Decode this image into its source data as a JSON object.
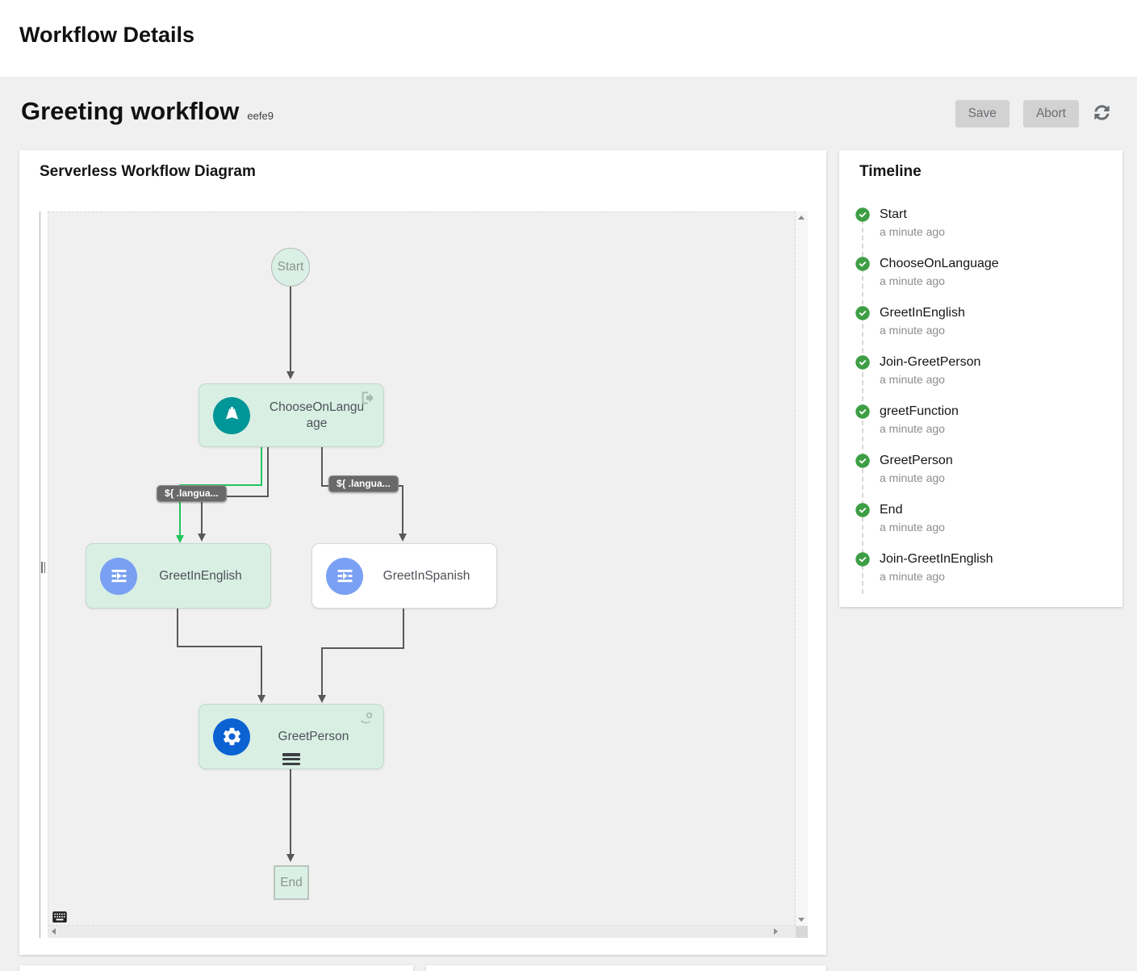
{
  "header": {
    "title": "Workflow Details"
  },
  "workflow": {
    "name": "Greeting workflow",
    "id": "eefe9"
  },
  "toolbar": {
    "save": "Save",
    "abort": "Abort"
  },
  "diagram_panel": {
    "title": "Serverless Workflow Diagram",
    "nodes": [
      {
        "label": "Start",
        "type": "start",
        "executed": true
      },
      {
        "label": "ChooseOnLanguage",
        "type": "switch",
        "executed": true
      },
      {
        "label": "GreetInEnglish",
        "type": "inject",
        "executed": true
      },
      {
        "label": "GreetInSpanish",
        "type": "inject",
        "executed": false
      },
      {
        "label": "GreetPerson",
        "type": "operation",
        "executed": true
      },
      {
        "label": "End",
        "type": "end",
        "executed": true
      }
    ],
    "edge_labels": [
      {
        "label": "${ .langua..."
      },
      {
        "label": "${ .langua..."
      }
    ],
    "colors": {
      "executed_node_fill": "#d9efe4",
      "executed_edge": "#22c55e",
      "edge": "#595959",
      "switch_icon_bg": "#009596",
      "inject_icon_bg": "#79a0f2",
      "operation_icon_bg": "#0b62d2",
      "condition_pill_bg": "#696969",
      "canvas_bg": "#f0f0f0"
    },
    "icons": {
      "switch_state": "branch-split-icon",
      "inject_state": "inject-arrow-icon",
      "operation_state": "gear-icon",
      "switch_corner": "exit-arrow-icon",
      "operation_corner": "gear-hand-icon",
      "actions": "menu-icon",
      "keyboard": "keyboard-icon"
    }
  },
  "timeline_panel": {
    "title": "Timeline",
    "status_color": "#3d9e44",
    "items": [
      {
        "label": "Start",
        "time": "a minute ago"
      },
      {
        "label": "ChooseOnLanguage",
        "time": "a minute ago"
      },
      {
        "label": "GreetInEnglish",
        "time": "a minute ago"
      },
      {
        "label": "Join-GreetPerson",
        "time": "a minute ago"
      },
      {
        "label": "greetFunction",
        "time": "a minute ago"
      },
      {
        "label": "GreetPerson",
        "time": "a minute ago"
      },
      {
        "label": "End",
        "time": "a minute ago"
      },
      {
        "label": "Join-GreetInEnglish",
        "time": "a minute ago"
      }
    ]
  }
}
